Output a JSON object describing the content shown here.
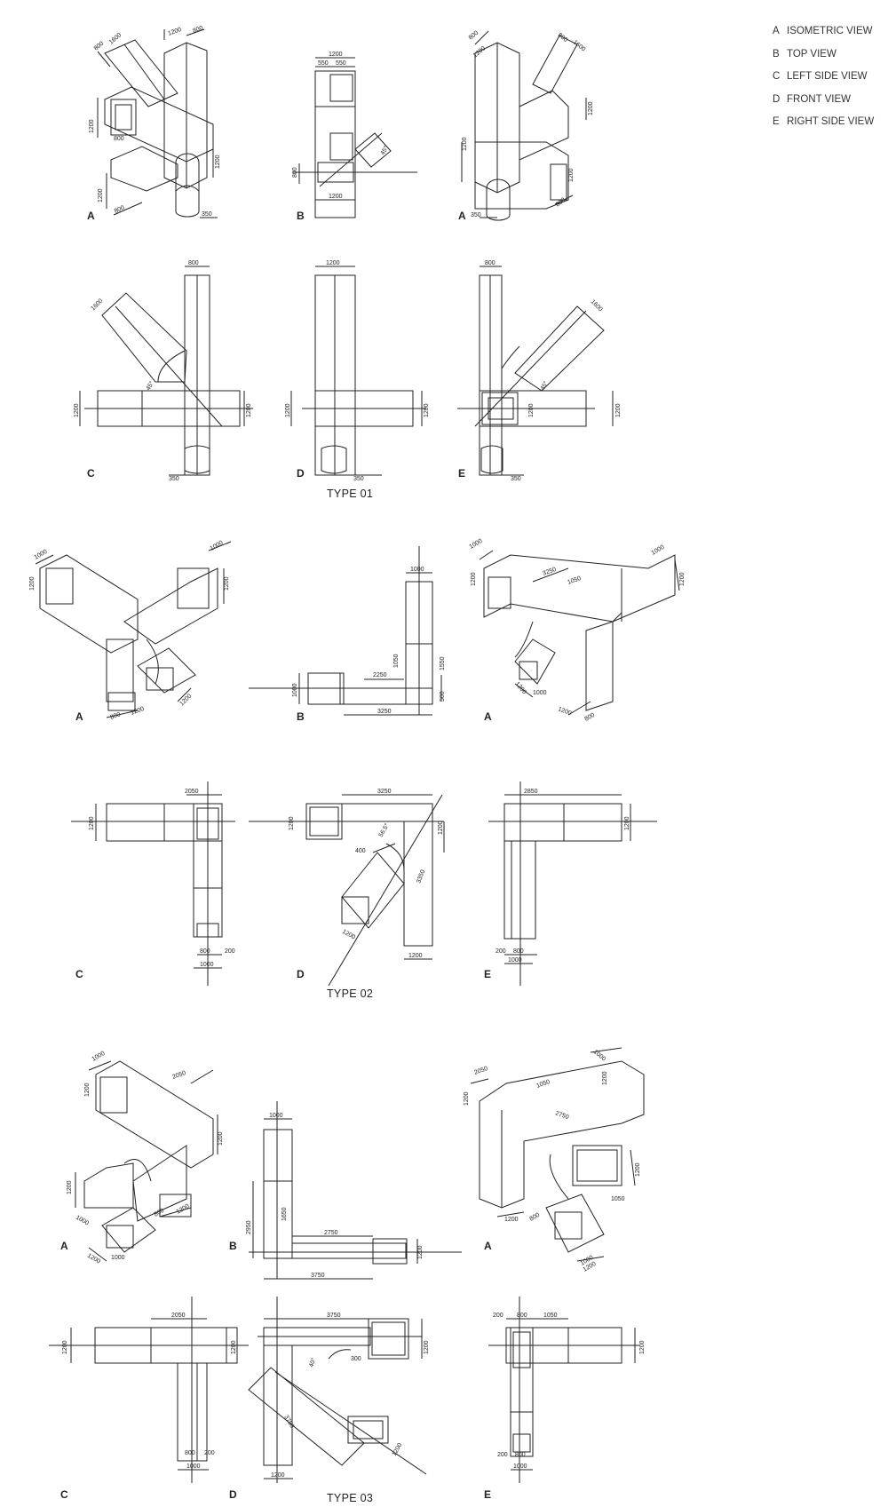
{
  "legend": [
    {
      "letter": "A",
      "label": "ISOMETRIC VIEW"
    },
    {
      "letter": "B",
      "label": "TOP VIEW"
    },
    {
      "letter": "C",
      "label": "LEFT SIDE VIEW"
    },
    {
      "letter": "D",
      "label": "FRONT VIEW"
    },
    {
      "letter": "E",
      "label": "RIGHT SIDE VIEW"
    }
  ],
  "titles": {
    "type01": "TYPE 01",
    "type02": "TYPE 02",
    "type03": "TYPE 03"
  },
  "view_labels": {
    "t1_iso1": "A",
    "t1_top": "B",
    "t1_iso2": "A",
    "t1_left": "C",
    "t1_front": "D",
    "t1_right": "E",
    "t2_iso1": "A",
    "t2_top": "B",
    "t2_iso2": "A",
    "t2_left": "C",
    "t2_front": "D",
    "t2_right": "E",
    "t3_iso1": "A",
    "t3_top": "B",
    "t3_iso2": "A",
    "t3_left": "C",
    "t3_front": "D",
    "t3_right": "E"
  },
  "dims": {
    "d1200": "1200",
    "d800": "800",
    "d1600": "1600",
    "d350": "350",
    "d550": "550",
    "d45": "45°",
    "d1000": "1000",
    "d2250": "2250",
    "d3250": "3250",
    "d1050": "1050",
    "d1550": "1550",
    "d500": "500",
    "d2050": "2050",
    "d200": "200",
    "d400": "400",
    "d565": "56.5°",
    "d3350": "3350",
    "d2850": "2850",
    "d2750": "2750",
    "d3750": "3750",
    "d300": "300",
    "d40": "40°",
    "d1650": "1650",
    "d2950": "2950"
  }
}
